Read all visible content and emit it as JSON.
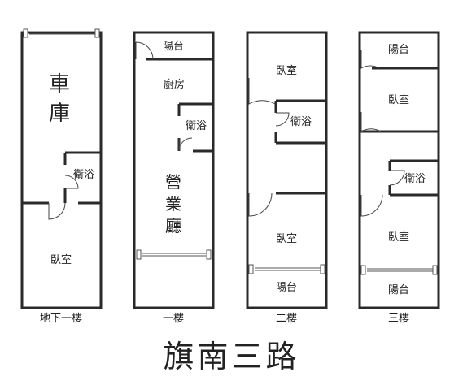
{
  "street_name": "旗南三路",
  "floors": [
    {
      "caption": "地下一樓",
      "rooms": {
        "garage": "車\n庫",
        "bath": "衛浴",
        "bedroom": "臥室"
      }
    },
    {
      "caption": "一樓",
      "rooms": {
        "balcony": "陽台",
        "kitchen": "廚房",
        "bath": "衛浴",
        "hall": "營\n業\n廳"
      }
    },
    {
      "caption": "二樓",
      "rooms": {
        "bedroom_front": "臥室",
        "bath": "衛浴",
        "bedroom_back": "臥室",
        "balcony": "陽台"
      }
    },
    {
      "caption": "三樓",
      "rooms": {
        "balcony_front": "陽台",
        "bedroom_front": "臥室",
        "bath": "衛浴",
        "bedroom_back": "臥室",
        "balcony_back": "陽台"
      }
    }
  ]
}
